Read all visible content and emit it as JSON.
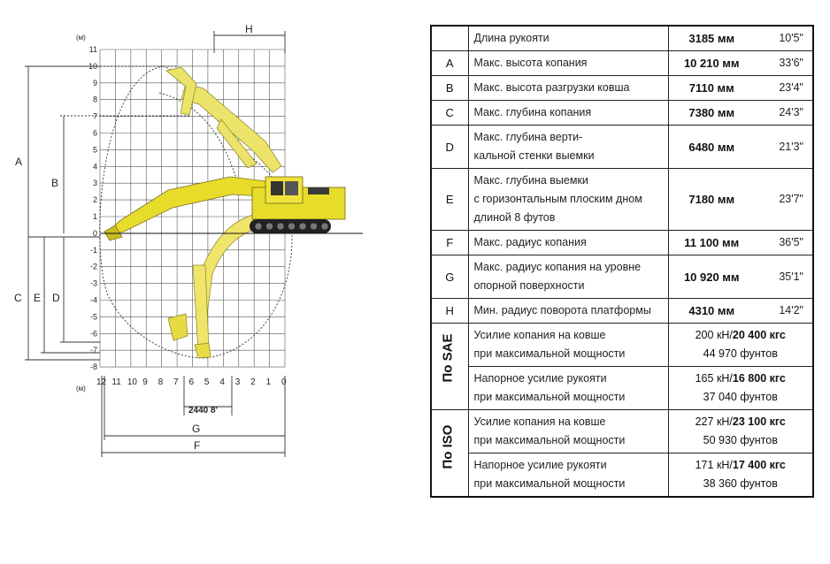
{
  "diagram": {
    "meter_unit": "(м)",
    "y_ticks": [
      "11",
      "10",
      "9",
      "8",
      "7",
      "6",
      "5",
      "4",
      "3",
      "2",
      "1",
      "0",
      "-1",
      "-2",
      "-3",
      "-4",
      "-5",
      "-6",
      "-7",
      "-8"
    ],
    "x_ticks": [
      "12",
      "11",
      "10",
      "9",
      "8",
      "7",
      "6",
      "5",
      "4",
      "3",
      "2",
      "1",
      "0"
    ],
    "track_label": "2440 8'",
    "dimension_letters": {
      "A": "A",
      "B": "B",
      "C": "C",
      "D": "D",
      "E": "E",
      "F": "F",
      "G": "G",
      "H": "H"
    },
    "colors": {
      "machine": "#e8dc2a",
      "cab": "#f0e23a",
      "track": "#222222",
      "grid": "#555555"
    }
  },
  "table": {
    "rows": [
      {
        "code": "",
        "desc": "Длина рукояти",
        "metric": "3185 мм",
        "imperial": "10'5\""
      },
      {
        "code": "A",
        "desc": "Макс. высота копания",
        "metric": "10 210 мм",
        "imperial": "33'6\""
      },
      {
        "code": "B",
        "desc": "Макс. высота разгрузки ковша",
        "metric": "7110 мм",
        "imperial": "23'4\""
      },
      {
        "code": "C",
        "desc": "Макс. глубина копания",
        "metric": "7380 мм",
        "imperial": "24'3\""
      },
      {
        "code": "D",
        "desc_lines": [
          "Макс. глубина верти-",
          "кальной стенки выемки"
        ],
        "metric": "6480 мм",
        "imperial": "21'3\""
      },
      {
        "code": "E",
        "desc_lines": [
          "Макс. глубина выемки",
          "с горизонтальным плоским дном",
          "длиной 8 футов"
        ],
        "metric": "7180 мм",
        "imperial": "23'7\""
      },
      {
        "code": "F",
        "desc": "Макс. радиус копания",
        "metric": "11 100 мм",
        "imperial": "36'5\""
      },
      {
        "code": "G",
        "desc_lines": [
          "Макс. радиус копания на уровне",
          "опорной поверхности"
        ],
        "metric": "10 920 мм",
        "imperial": "35'1\""
      },
      {
        "code": "H",
        "desc": "Мин. радиус поворота платформы",
        "metric": "4310 мм",
        "imperial": "14'2\""
      }
    ],
    "groups": [
      {
        "label": "По SAE",
        "items": [
          {
            "desc_lines": [
              "Усилие копания на ковше",
              "при максимальной мощности"
            ],
            "kn": "200 кН/",
            "kgf": "20 400 кгс",
            "lbs": "44 970 фунтов"
          },
          {
            "desc_lines": [
              "Напорное усилие рукояти",
              "при максимальной мощности"
            ],
            "kn": "165 кН/",
            "kgf": "16 800 кгс",
            "lbs": "37 040 фунтов"
          }
        ]
      },
      {
        "label": "По ISO",
        "items": [
          {
            "desc_lines": [
              "Усилие копания на ковше",
              "при максимальной мощности"
            ],
            "kn": "227 кН/",
            "kgf": "23 100 кгс",
            "lbs": "50 930 фунтов"
          },
          {
            "desc_lines": [
              "Напорное усилие рукояти",
              "при максимальной мощности"
            ],
            "kn": "171 кН/",
            "kgf": "17 400 кгс",
            "lbs": "38 360 фунтов"
          }
        ]
      }
    ]
  }
}
